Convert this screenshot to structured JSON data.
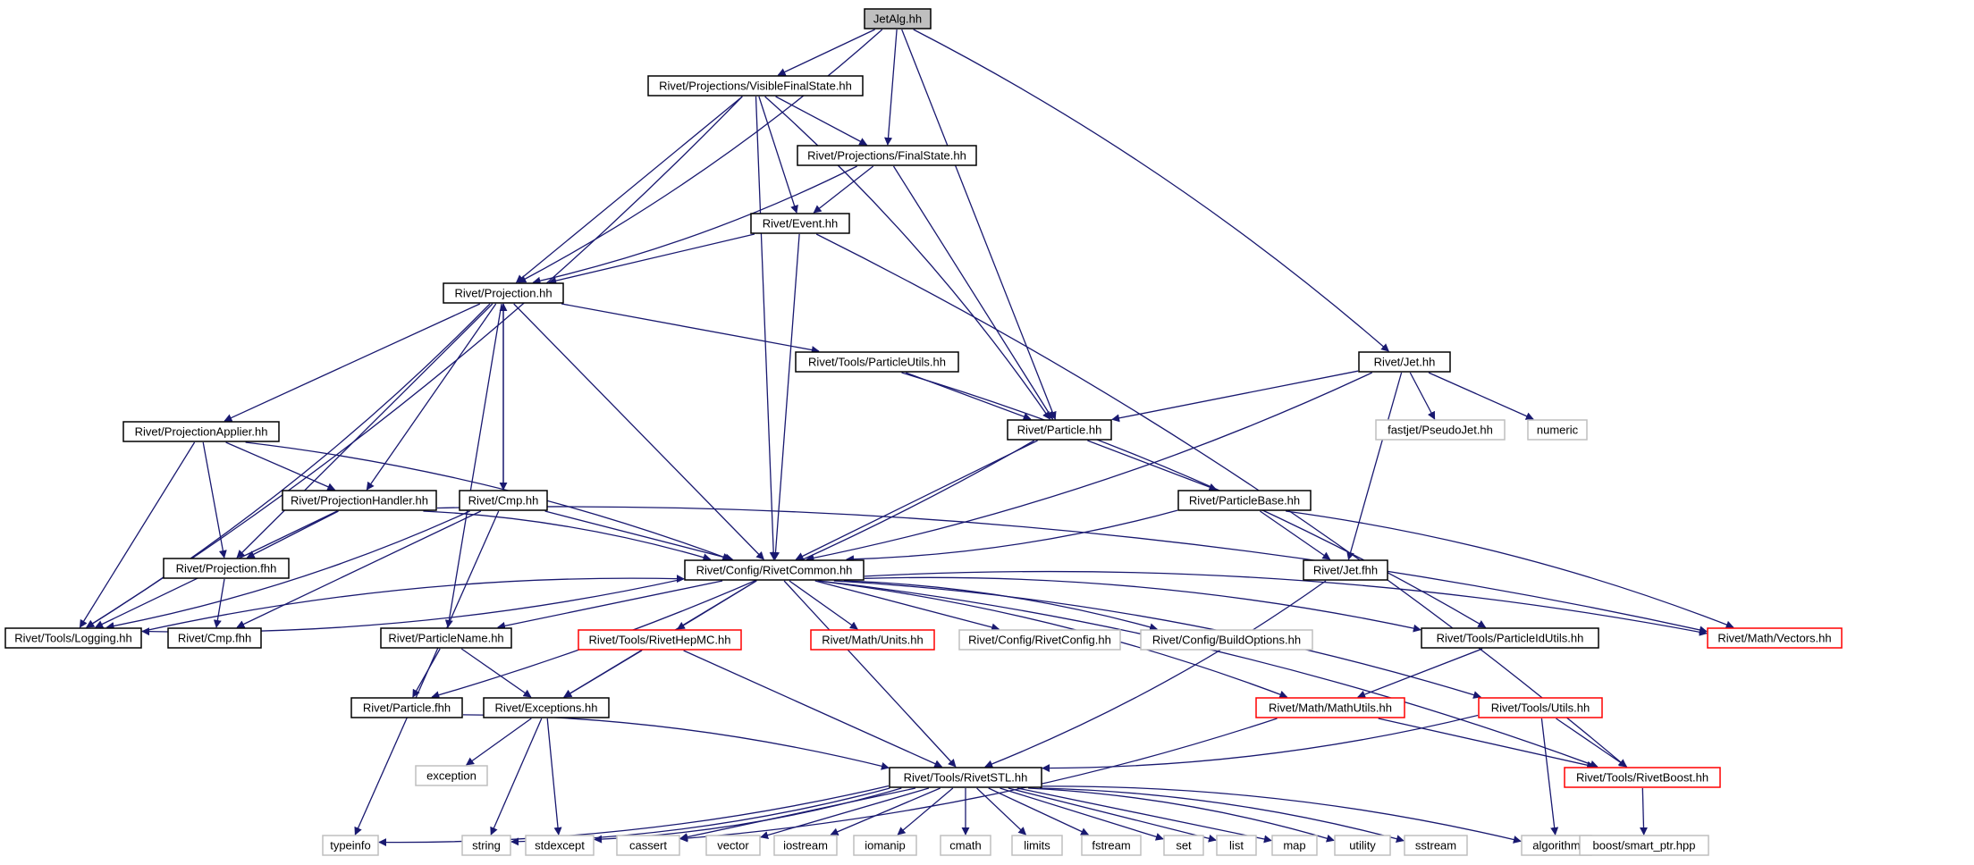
{
  "colors": {
    "edge": "#191970",
    "border_default": "#000000",
    "border_external": "#bfbfbf",
    "border_truncated": "#ff0000",
    "fill_root": "#bfbfbf",
    "fill_default": "#ffffff"
  },
  "nodes": [
    {
      "id": "jetalg",
      "label": "JetAlg.hh",
      "style": "root"
    },
    {
      "id": "visiblefs",
      "label": "Rivet/Projections/VisibleFinalState.hh",
      "style": "default"
    },
    {
      "id": "finalstate",
      "label": "Rivet/Projections/FinalState.hh",
      "style": "default"
    },
    {
      "id": "event",
      "label": "Rivet/Event.hh",
      "style": "default"
    },
    {
      "id": "projection",
      "label": "Rivet/Projection.hh",
      "style": "default"
    },
    {
      "id": "particleutils",
      "label": "Rivet/Tools/ParticleUtils.hh",
      "style": "default"
    },
    {
      "id": "jet",
      "label": "Rivet/Jet.hh",
      "style": "default"
    },
    {
      "id": "particle",
      "label": "Rivet/Particle.hh",
      "style": "default"
    },
    {
      "id": "pseudojet",
      "label": "fastjet/PseudoJet.hh",
      "style": "external"
    },
    {
      "id": "numeric",
      "label": "numeric",
      "style": "external"
    },
    {
      "id": "projapplier",
      "label": "Rivet/ProjectionApplier.hh",
      "style": "default"
    },
    {
      "id": "projhandler",
      "label": "Rivet/ProjectionHandler.hh",
      "style": "default"
    },
    {
      "id": "cmp",
      "label": "Rivet/Cmp.hh",
      "style": "default"
    },
    {
      "id": "particlebase",
      "label": "Rivet/ParticleBase.hh",
      "style": "default"
    },
    {
      "id": "projfhh",
      "label": "Rivet/Projection.fhh",
      "style": "default"
    },
    {
      "id": "rivetcommon",
      "label": "Rivet/Config/RivetCommon.hh",
      "style": "default"
    },
    {
      "id": "jetfhh",
      "label": "Rivet/Jet.fhh",
      "style": "default"
    },
    {
      "id": "logging",
      "label": "Rivet/Tools/Logging.hh",
      "style": "default"
    },
    {
      "id": "cmpfhh",
      "label": "Rivet/Cmp.fhh",
      "style": "default"
    },
    {
      "id": "particlename",
      "label": "Rivet/ParticleName.hh",
      "style": "default"
    },
    {
      "id": "hepmc",
      "label": "Rivet/Tools/RivetHepMC.hh",
      "style": "truncated"
    },
    {
      "id": "units",
      "label": "Rivet/Math/Units.hh",
      "style": "truncated"
    },
    {
      "id": "rivetconfig",
      "label": "Rivet/Config/RivetConfig.hh",
      "style": "external"
    },
    {
      "id": "buildoptions",
      "label": "Rivet/Config/BuildOptions.hh",
      "style": "external"
    },
    {
      "id": "pidutils",
      "label": "Rivet/Tools/ParticleIdUtils.hh",
      "style": "default"
    },
    {
      "id": "vectors",
      "label": "Rivet/Math/Vectors.hh",
      "style": "truncated"
    },
    {
      "id": "particlefhh",
      "label": "Rivet/Particle.fhh",
      "style": "default"
    },
    {
      "id": "exceptions",
      "label": "Rivet/Exceptions.hh",
      "style": "default"
    },
    {
      "id": "mathutils",
      "label": "Rivet/Math/MathUtils.hh",
      "style": "truncated"
    },
    {
      "id": "utils",
      "label": "Rivet/Tools/Utils.hh",
      "style": "truncated"
    },
    {
      "id": "exception",
      "label": "exception",
      "style": "external"
    },
    {
      "id": "rivetstl",
      "label": "Rivet/Tools/RivetSTL.hh",
      "style": "default"
    },
    {
      "id": "rivetboost",
      "label": "Rivet/Tools/RivetBoost.hh",
      "style": "truncated"
    },
    {
      "id": "typeinfo",
      "label": "typeinfo",
      "style": "external"
    },
    {
      "id": "string",
      "label": "string",
      "style": "external"
    },
    {
      "id": "stdexcept",
      "label": "stdexcept",
      "style": "external"
    },
    {
      "id": "cassert",
      "label": "cassert",
      "style": "external"
    },
    {
      "id": "vector",
      "label": "vector",
      "style": "external"
    },
    {
      "id": "iostream",
      "label": "iostream",
      "style": "external"
    },
    {
      "id": "iomanip",
      "label": "iomanip",
      "style": "external"
    },
    {
      "id": "cmath",
      "label": "cmath",
      "style": "external"
    },
    {
      "id": "limits",
      "label": "limits",
      "style": "external"
    },
    {
      "id": "fstream",
      "label": "fstream",
      "style": "external"
    },
    {
      "id": "set",
      "label": "set",
      "style": "external"
    },
    {
      "id": "list",
      "label": "list",
      "style": "external"
    },
    {
      "id": "map",
      "label": "map",
      "style": "external"
    },
    {
      "id": "utility",
      "label": "utility",
      "style": "external"
    },
    {
      "id": "sstream",
      "label": "sstream",
      "style": "external"
    },
    {
      "id": "algorithm",
      "label": "algorithm",
      "style": "external"
    },
    {
      "id": "smartptr",
      "label": "boost/smart_ptr.hpp",
      "style": "external"
    }
  ],
  "edges": [
    [
      "jetalg",
      "visiblefs"
    ],
    [
      "jetalg",
      "finalstate"
    ],
    [
      "jetalg",
      "projection"
    ],
    [
      "jetalg",
      "particle"
    ],
    [
      "jetalg",
      "jet"
    ],
    [
      "visiblefs",
      "finalstate"
    ],
    [
      "visiblefs",
      "event"
    ],
    [
      "visiblefs",
      "projection"
    ],
    [
      "visiblefs",
      "particle"
    ],
    [
      "visiblefs",
      "rivetcommon"
    ],
    [
      "visiblefs",
      "logging"
    ],
    [
      "finalstate",
      "event"
    ],
    [
      "finalstate",
      "projection"
    ],
    [
      "finalstate",
      "particle"
    ],
    [
      "event",
      "projection"
    ],
    [
      "event",
      "rivetcommon"
    ],
    [
      "event",
      "rivetboost"
    ],
    [
      "projection",
      "particleutils"
    ],
    [
      "projection",
      "projapplier"
    ],
    [
      "projection",
      "projhandler"
    ],
    [
      "projection",
      "cmp"
    ],
    [
      "projection",
      "projfhh"
    ],
    [
      "projection",
      "rivetcommon"
    ],
    [
      "projection",
      "logging"
    ],
    [
      "projection",
      "particlename"
    ],
    [
      "particleutils",
      "particle"
    ],
    [
      "particleutils",
      "pidutils"
    ],
    [
      "jet",
      "particle"
    ],
    [
      "jet",
      "pseudojet"
    ],
    [
      "jet",
      "numeric"
    ],
    [
      "jet",
      "jetfhh"
    ],
    [
      "jet",
      "rivetcommon"
    ],
    [
      "particle",
      "particlebase"
    ],
    [
      "particle",
      "rivetcommon"
    ],
    [
      "particle",
      "particlefhh"
    ],
    [
      "projapplier",
      "projhandler"
    ],
    [
      "projapplier",
      "projfhh"
    ],
    [
      "projapplier",
      "logging"
    ],
    [
      "projapplier",
      "rivetcommon"
    ],
    [
      "projhandler",
      "projfhh"
    ],
    [
      "projhandler",
      "rivetcommon"
    ],
    [
      "projhandler",
      "logging"
    ],
    [
      "projhandler",
      "vectors"
    ],
    [
      "cmp",
      "projection"
    ],
    [
      "cmp",
      "rivetcommon"
    ],
    [
      "cmp",
      "cmpfhh"
    ],
    [
      "cmp",
      "typeinfo"
    ],
    [
      "cmp",
      "logging"
    ],
    [
      "particlebase",
      "rivetcommon"
    ],
    [
      "particlebase",
      "jetfhh"
    ],
    [
      "particlebase",
      "vectors"
    ],
    [
      "projfhh",
      "cmpfhh"
    ],
    [
      "jetfhh",
      "rivetstl"
    ],
    [
      "rivetcommon",
      "logging"
    ],
    [
      "rivetcommon",
      "particlename"
    ],
    [
      "rivetcommon",
      "exceptions"
    ],
    [
      "rivetcommon",
      "hepmc"
    ],
    [
      "rivetcommon",
      "units"
    ],
    [
      "rivetcommon",
      "rivetconfig"
    ],
    [
      "rivetcommon",
      "buildoptions"
    ],
    [
      "rivetcommon",
      "mathutils"
    ],
    [
      "rivetcommon",
      "pidutils"
    ],
    [
      "rivetcommon",
      "vectors"
    ],
    [
      "rivetcommon",
      "utils"
    ],
    [
      "rivetcommon",
      "rivetstl"
    ],
    [
      "rivetcommon",
      "rivetboost"
    ],
    [
      "logging",
      "rivetcommon"
    ],
    [
      "particlename",
      "particlefhh"
    ],
    [
      "particlename",
      "exceptions"
    ],
    [
      "hepmc",
      "exceptions"
    ],
    [
      "hepmc",
      "rivetstl"
    ],
    [
      "pidutils",
      "mathutils"
    ],
    [
      "particlefhh",
      "rivetstl"
    ],
    [
      "exceptions",
      "exception"
    ],
    [
      "exceptions",
      "string"
    ],
    [
      "exceptions",
      "stdexcept"
    ],
    [
      "mathutils",
      "cassert"
    ],
    [
      "mathutils",
      "rivetboost"
    ],
    [
      "utils",
      "rivetstl"
    ],
    [
      "utils",
      "rivetboost"
    ],
    [
      "utils",
      "algorithm"
    ],
    [
      "rivetboost",
      "smartptr"
    ],
    [
      "rivetstl",
      "typeinfo"
    ],
    [
      "rivetstl",
      "string"
    ],
    [
      "rivetstl",
      "stdexcept"
    ],
    [
      "rivetstl",
      "cassert"
    ],
    [
      "rivetstl",
      "vector"
    ],
    [
      "rivetstl",
      "iostream"
    ],
    [
      "rivetstl",
      "iomanip"
    ],
    [
      "rivetstl",
      "cmath"
    ],
    [
      "rivetstl",
      "limits"
    ],
    [
      "rivetstl",
      "fstream"
    ],
    [
      "rivetstl",
      "set"
    ],
    [
      "rivetstl",
      "list"
    ],
    [
      "rivetstl",
      "map"
    ],
    [
      "rivetstl",
      "utility"
    ],
    [
      "rivetstl",
      "sstream"
    ],
    [
      "rivetstl",
      "algorithm"
    ]
  ]
}
